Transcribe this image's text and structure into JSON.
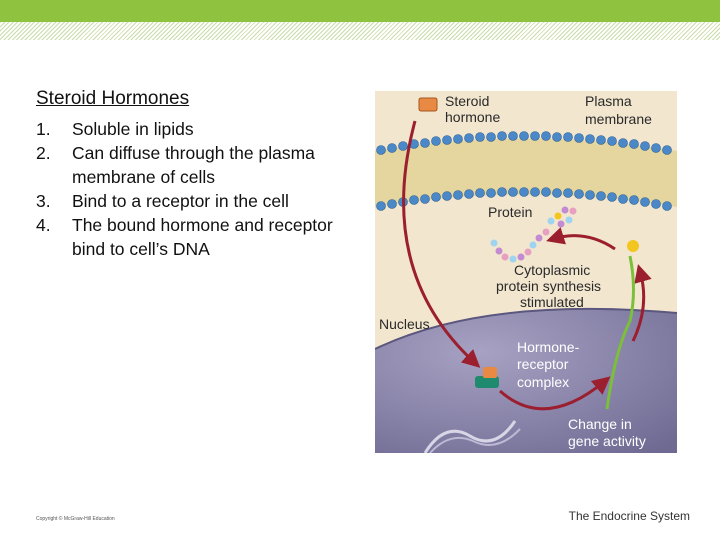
{
  "slide": {
    "title": "Steroid Hormones",
    "points": [
      {
        "num": "1.",
        "text": "Soluble in lipids"
      },
      {
        "num": "2.",
        "text": "Can diffuse through the plasma membrane of cells"
      },
      {
        "num": "3.",
        "text": "Bind to a receptor in the cell"
      },
      {
        "num": "4.",
        "text": "The bound hormone and receptor bind to cell’s DNA"
      }
    ]
  },
  "figure": {
    "labels": {
      "steroid_hormone_1": "Steroid",
      "steroid_hormone_2": "hormone",
      "plasma_membrane_1": "Plasma",
      "plasma_membrane_2": "membrane",
      "protein": "Protein",
      "cytoplasmic_1": "Cytoplasmic",
      "cytoplasmic_2": "protein synthesis",
      "cytoplasmic_3": "stimulated",
      "nucleus": "Nucleus",
      "complex_1": "Hormone-",
      "complex_2": "receptor",
      "complex_3": "complex",
      "change_1": "Change in",
      "change_2": "gene activity"
    },
    "colors": {
      "cytoplasm": "#f2e6cf",
      "membrane_head": "#4a88c8",
      "nucleus": "#8e88ad",
      "arrow": "#9b1f2e"
    }
  },
  "footer": {
    "copyright": "Copyright © McGraw-Hill Education",
    "topic": "The Endocrine System"
  }
}
